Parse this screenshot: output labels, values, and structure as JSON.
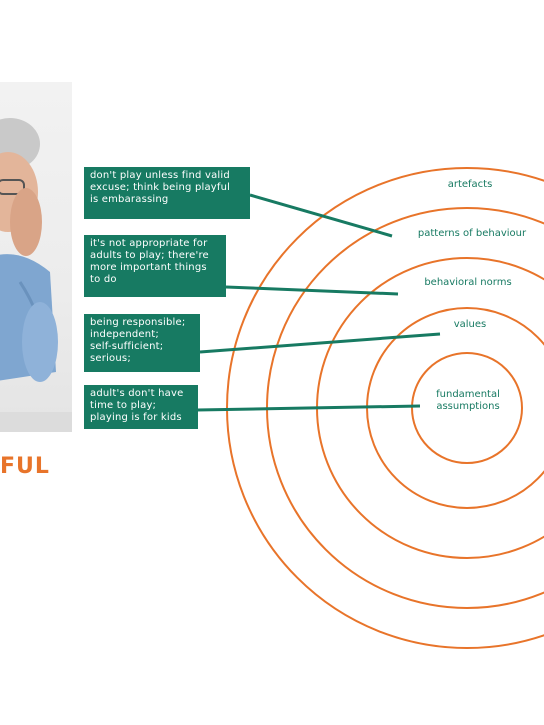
{
  "word_fragment": "FUL",
  "rings": [
    {
      "label": "artefacts"
    },
    {
      "label": "patterns of behaviour"
    },
    {
      "label": "behavioral norms"
    },
    {
      "label": "values"
    },
    {
      "label_lines": [
        "fundamental",
        "assumptions"
      ]
    }
  ],
  "boxes": [
    {
      "lines": [
        "don't play unless find valid",
        "excuse; think being playful",
        "is embarassing"
      ]
    },
    {
      "lines": [
        "it's not appropriate for",
        "adults to play; there're",
        "more important things",
        "to do"
      ]
    },
    {
      "lines": [
        "being responsible;",
        "independent;",
        "self-sufficient;",
        "serious;"
      ]
    },
    {
      "lines": [
        "adult's don't have",
        "time to play;",
        "playing is for kids"
      ]
    }
  ],
  "colors": {
    "ring_stroke": "#e8742a",
    "box_fill": "#177a62",
    "box_text": "#ffffff",
    "ring_label": "#177a62",
    "connector": "#177a62"
  }
}
